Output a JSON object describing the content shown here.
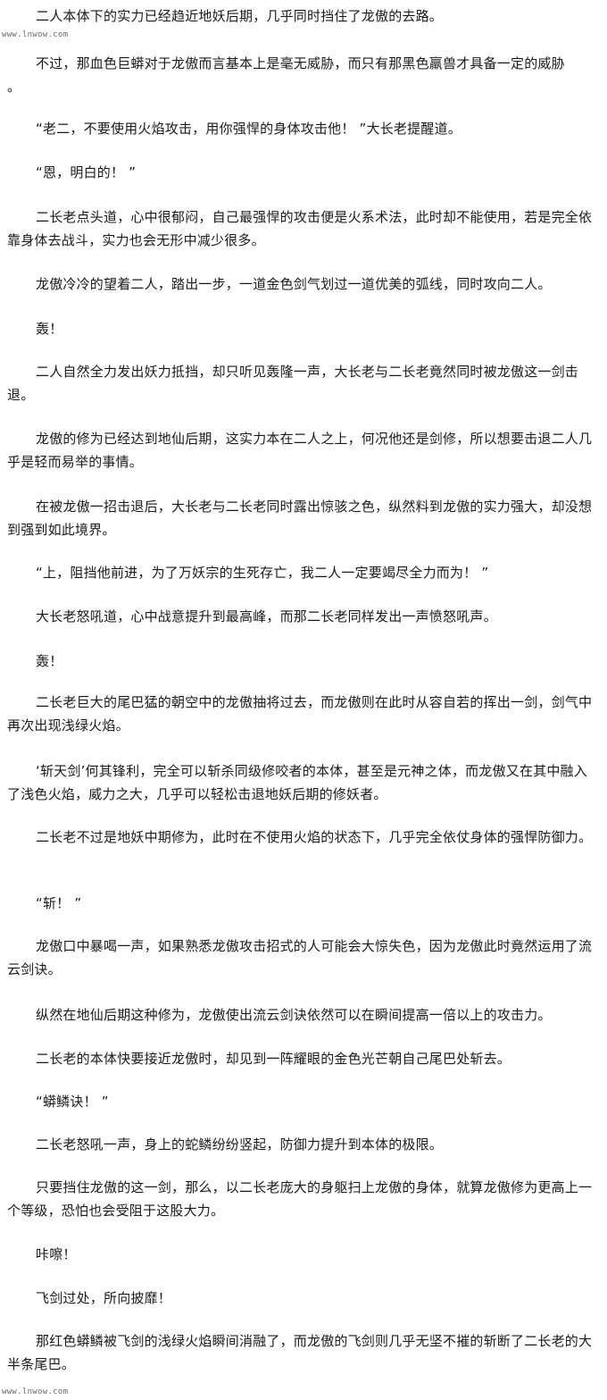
{
  "watermark": {
    "top": "www.lnwow.com",
    "bottom": "www.lnwow.com"
  },
  "paragraphs": [
    "二人本体下的实力已经趋近地妖后期，几乎同时挡住了龙傲的去路。",
    "不过，那血色巨蟒对于龙傲而言基本上是毫无威胁，而只有那黑色羸兽才具备一定的威胁",
    "。",
    "“老二，不要使用火焰攻击，用你强悍的身体攻击他！ ”大长老提醒道。",
    "“恩，明白的！ ”",
    "二长老点头道，心中很郁闷，自己最强悍的攻击便是火系术法，此时却不能使用，若是完全依靠身体去战斗，实力也会无形中减少很多。",
    "龙傲冷冷的望着二人，踏出一步，一道金色剑气划过一道优美的弧线，同时攻向二人。",
    "轰！",
    "二人自然全力发出妖力抵挡，却只听见轰隆一声，大长老与二长老竟然同时被龙傲这一剑击退。",
    "龙傲的修为已经达到地仙后期，这实力本在二人之上，何况他还是剑修，所以想要击退二人几乎是轻而易举的事情。",
    "在被龙傲一招击退后，大长老与二长老同时露出惊骇之色，纵然料到龙傲的实力强大，却没想到强到如此境界。",
    "“上，阻挡他前进，为了万妖宗的生死存亡，我二人一定要竭尽全力而为！ ”",
    "大长老怒吼道，心中战意提升到最高峰，而那二长老同样发出一声愤怒吼声。",
    "轰！",
    "二长老巨大的尾巴猛的朝空中的龙傲抽将过去，而龙傲则在此时从容自若的挥出一剑，剑气中再次出现浅绿火焰。",
    "‘斩天剑’何其锋利，完全可以斩杀同级修咬者的本体，甚至是元神之体，而龙傲又在其中融入了浅色火焰，威力之大，几乎可以轻松击退地妖后期的修妖者。",
    "二长老不过是地妖中期修为，此时在不使用火焰的状态下，几乎完全依仗身体的强悍防御力。",
    "“斩！ ”",
    "龙傲口中暴喝一声，如果熟悉龙傲攻击招式的人可能会大惊失色，因为龙傲此时竟然运用了流云剑诀。",
    "纵然在地仙后期这种修为，龙傲使出流云剑诀依然可以在瞬间提高一倍以上的攻击力。",
    "二长老的本体快要接近龙傲时，却见到一阵耀眼的金色光芒朝自己尾巴处斩去。",
    "“蟒鳞诀！ ”",
    "二长老怒吼一声，身上的蛇鳞纷纷竖起，防御力提升到本体的极限。",
    "只要挡住龙傲的这一剑，那么，以二长老庞大的身躯扫上龙傲的身体，就算龙傲修为更高上一个等级，恐怕也会受阻于这股大力。",
    "咔嚓！",
    "飞剑过处，所向披靡！",
    "那红色蟒鳞被飞剑的浅绿火焰瞬间消融了，而龙傲的飞剑则几乎无坚不摧的斩断了二长老的大半条尾巴。"
  ]
}
